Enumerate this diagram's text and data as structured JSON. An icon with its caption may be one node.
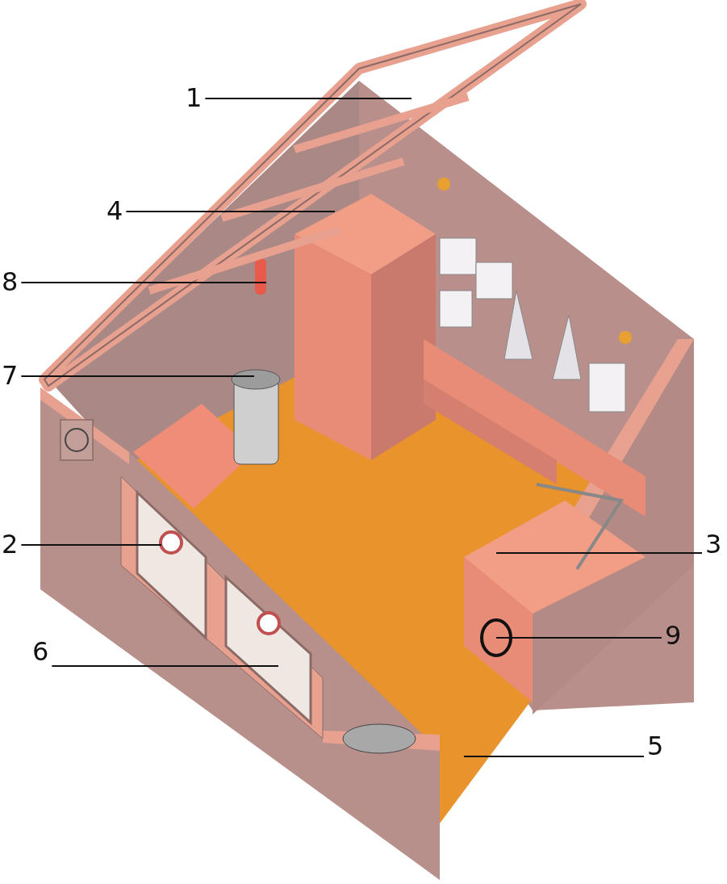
{
  "diagram": {
    "nodes": [
      {
        "text": [
          "1"
        ]
      },
      {
        "text": [
          "4"
        ]
      },
      {
        "text": [
          "8"
        ]
      },
      {
        "text": [
          "7"
        ]
      },
      {
        "text": [
          "2"
        ]
      },
      {
        "text": [
          "3"
        ]
      },
      {
        "text": [
          "9"
        ]
      },
      {
        "text": [
          "6"
        ]
      },
      {
        "text": [
          "5"
        ]
      }
    ],
    "edges": [
      {
        "from": 0,
        "to": null,
        "arrow": "none"
      },
      {
        "from": 1,
        "to": null,
        "arrow": "none"
      },
      {
        "from": 2,
        "to": null,
        "arrow": "none"
      },
      {
        "from": 3,
        "to": null,
        "arrow": "none"
      },
      {
        "from": 4,
        "to": null,
        "arrow": "none"
      },
      {
        "from": 5,
        "to": null,
        "arrow": "none"
      },
      {
        "from": 6,
        "to": null,
        "arrow": "none"
      },
      {
        "from": 7,
        "to": null,
        "arrow": "none"
      },
      {
        "from": 8,
        "to": null,
        "arrow": "none"
      }
    ]
  }
}
